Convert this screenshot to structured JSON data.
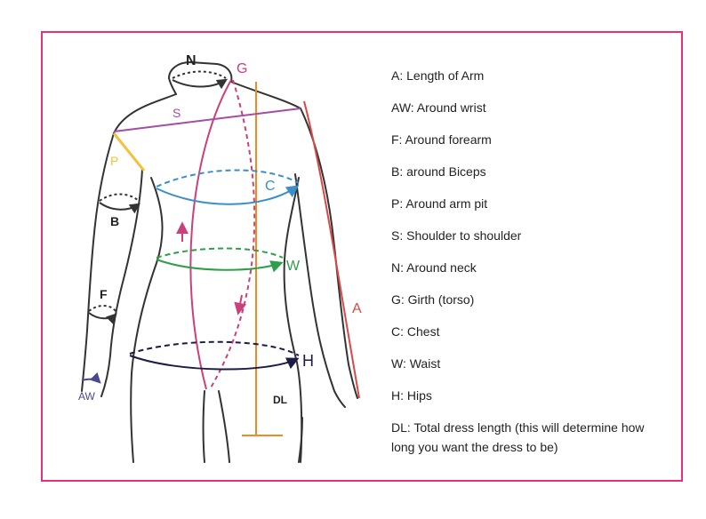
{
  "diagram": {
    "markers": {
      "N": "N",
      "G": "G",
      "S": "S",
      "P": "P",
      "C": "C",
      "B": "B",
      "W": "W",
      "F": "F",
      "A": "A",
      "H": "H",
      "AW": "AW",
      "DL": "DL"
    },
    "colors": {
      "frame": "#e8307a",
      "S": "#a64ca6",
      "P": "#f2c23a",
      "G": "#c9407a",
      "C": "#3a8fc9",
      "W": "#2e9e4a",
      "A": "#d94848",
      "DL": "#f28a22",
      "H": "#1c1c44",
      "outline": "#333333"
    }
  },
  "legend": {
    "items": [
      "A: Length of Arm",
      "AW: Around wrist",
      "F: Around forearm",
      "B: around Biceps",
      "P: Around arm pit",
      "S: Shoulder to shoulder",
      "N: Around neck",
      "G: Girth (torso)",
      "C: Chest",
      "W: Waist",
      "H: Hips",
      "DL: Total dress length (this will determine how long you want the dress to be)"
    ]
  }
}
